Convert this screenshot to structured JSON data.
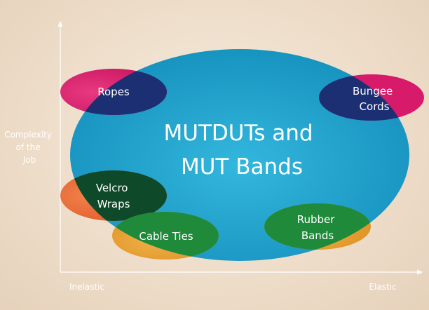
{
  "axis": {
    "y_label_lines": [
      "Complexity",
      "of the",
      "Job"
    ],
    "x_left_label": "Inelastic",
    "x_right_label": "Elastic"
  },
  "center": {
    "lines": [
      "MUTDUTs and",
      "MUT Bands"
    ]
  },
  "items": {
    "ropes": {
      "lines": [
        "Ropes"
      ]
    },
    "bungee": {
      "lines": [
        "Bungee",
        "Cords"
      ]
    },
    "velcro": {
      "lines": [
        "Velcro",
        "Wraps"
      ]
    },
    "cable": {
      "lines": [
        "Cable Ties"
      ]
    },
    "rubber": {
      "lines": [
        "Rubber",
        "Bands"
      ]
    }
  },
  "colors": {
    "background": "#eddcc8",
    "big_blue": "#1aa0c8",
    "ropes_outside": "#d81a6a",
    "ropes_overlap": "#1d2f73",
    "bungee_outside": "#d81a6a",
    "bungee_overlap": "#1d2f73",
    "velcro_outside": "#ea6a2e",
    "velcro_overlap": "#0e4a2a",
    "cable_outside": "#e8a02a",
    "cable_overlap": "#1e8a3a",
    "rubber_outside": "#e8a02a",
    "rubber_overlap": "#1e8a3a"
  }
}
